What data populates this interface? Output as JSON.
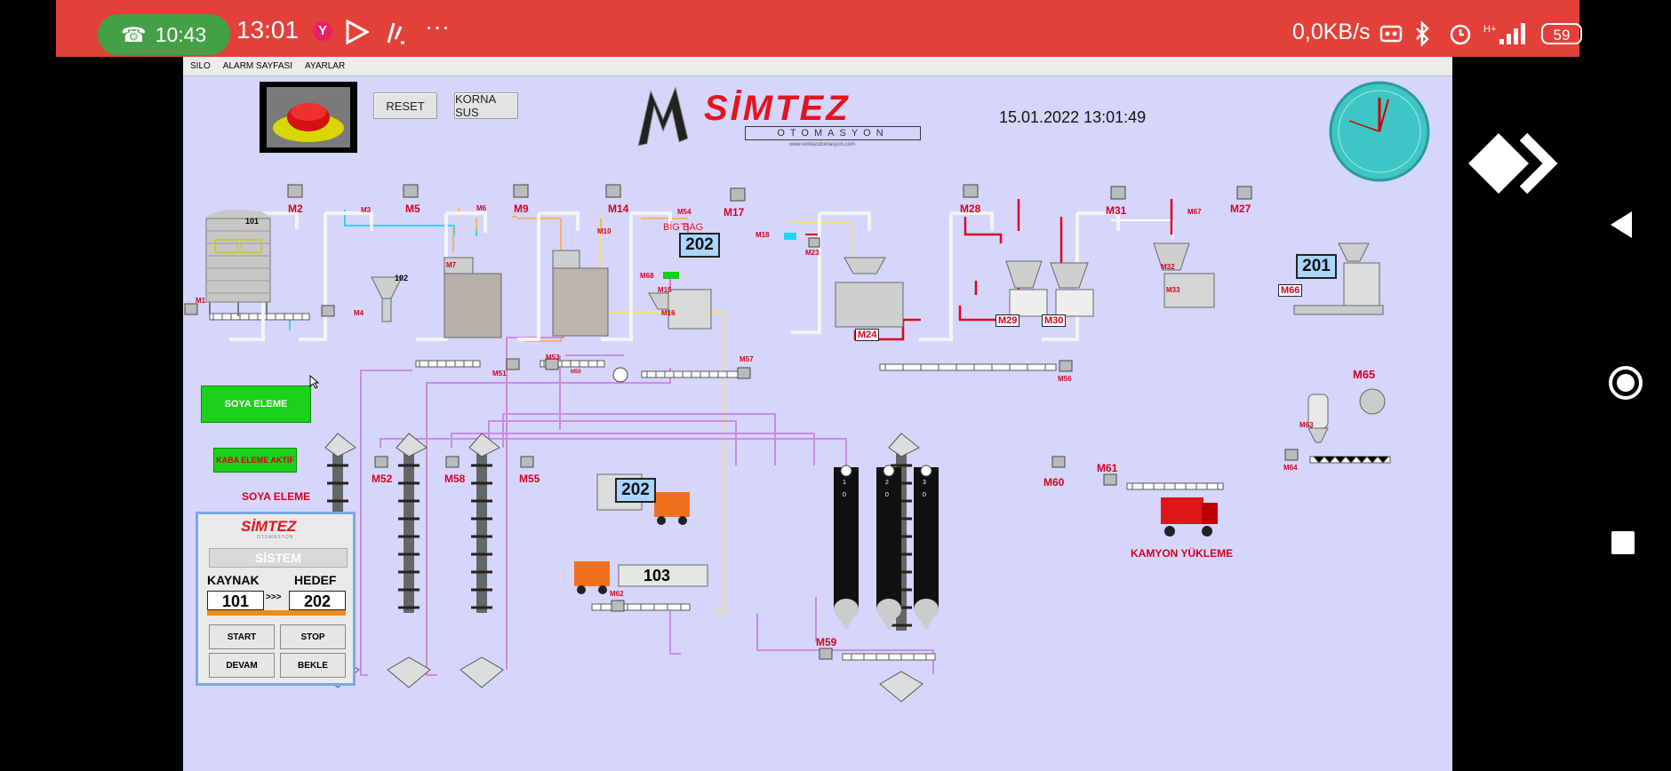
{
  "status_bar": {
    "call_time": "10:43",
    "clock": "13:01",
    "net_speed": "0,0KB/s",
    "battery": "59",
    "more": "···",
    "signal": "H+"
  },
  "menu": {
    "items": [
      "SILO",
      "ALARM SAYFASI",
      "AYARLAR"
    ]
  },
  "toolbar": {
    "reset_label": "RESET",
    "horn_label": "KORNA SUS"
  },
  "brand": {
    "name": "SİMTEZ",
    "sub": "OTOMASYON",
    "url": "www.simtezotomasyon.com"
  },
  "datetime": "15.01.2022 13:01:49",
  "process": {
    "silo_101": "101",
    "silo_101_level": "0",
    "bin_102": "102",
    "big_bag": "BİG BAG",
    "box_202_top": "202",
    "box_201": "201",
    "box_202_lower": "202",
    "tank_103": "103",
    "motors": {
      "m1": "M1",
      "m2": "M2",
      "m3": "M3",
      "m4": "M4",
      "m5": "M5",
      "m6": "M6",
      "m7": "M7",
      "m9": "M9",
      "m10": "M10",
      "m14": "M14",
      "m54": "M54",
      "m68": "M68",
      "m15": "M15",
      "m16": "M16",
      "m17": "M17",
      "m18": "M18",
      "m23": "M23",
      "m24": "M24",
      "m28": "M28",
      "m29": "M29",
      "m30": "M30",
      "m31": "M31",
      "m67": "M67",
      "m32": "M32",
      "m33": "M33",
      "m27": "M27",
      "m66": "M66",
      "m51": "M51",
      "m53": "M53",
      "m50": "M50",
      "m57": "M57",
      "m56": "M56",
      "m65": "M65",
      "m63": "M63",
      "m64": "M64",
      "m52": "M52",
      "m58": "M58",
      "m55": "M55",
      "m60": "M60",
      "m61": "M61",
      "m62": "M62",
      "m59": "M59"
    },
    "silo_tags": [
      "1",
      "2",
      "3"
    ],
    "silo_vals": [
      "0",
      "0",
      "0"
    ],
    "kamyon": "KAMYON YÜKLEME"
  },
  "left": {
    "soya_btn": "SOYA ELEME",
    "kaba_btn": "KABA ELEME AKTİF",
    "soya_label": "SOYA ELEME"
  },
  "panel": {
    "logo": "SİMTEZ",
    "logo_sub": "OTOMASYON",
    "system": "SİSTEM",
    "kaynak_label": "KAYNAK",
    "hedef_label": "HEDEF",
    "kaynak": "101",
    "arrow": ">>>",
    "hedef": "202",
    "start": "START",
    "stop": "STOP",
    "devam": "DEVAM",
    "bekle": "BEKLE"
  },
  "colors": {
    "status_red": "#e4403a",
    "hmi_bg": "#d6d6fc",
    "motor_red": "#d4001c",
    "pipe_purple": "#c98be3",
    "pipe_cyan": "#2fd4f0",
    "pipe_yellow": "#f2e07a",
    "pipe_orange": "#f3b36a",
    "green_btn": "#1bd11b"
  }
}
